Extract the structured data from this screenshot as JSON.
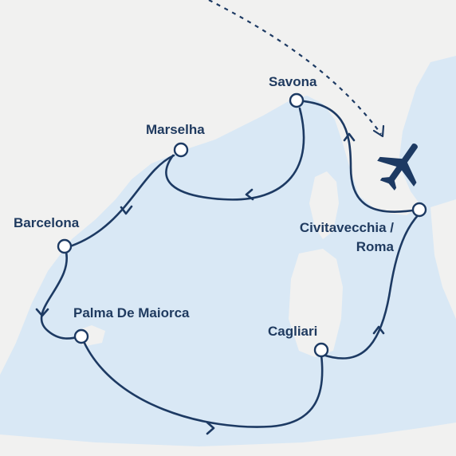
{
  "colors": {
    "sea": "#d9e8f5",
    "land": "#f1f1f0",
    "route": "#1d3a63",
    "text": "#1f3a5f"
  },
  "ports": {
    "savona": "Savona",
    "marselha": "Marselha",
    "barcelona": "Barcelona",
    "civitavecchia_line1": "Civitavecchia /",
    "civitavecchia_line2": "Roma",
    "palma": "Palma De Maiorca",
    "cagliari": "Cagliari"
  },
  "icons": {
    "flight": "airplane-icon",
    "port": "port-marker-icon",
    "direction": "chevron-arrow-icon"
  }
}
